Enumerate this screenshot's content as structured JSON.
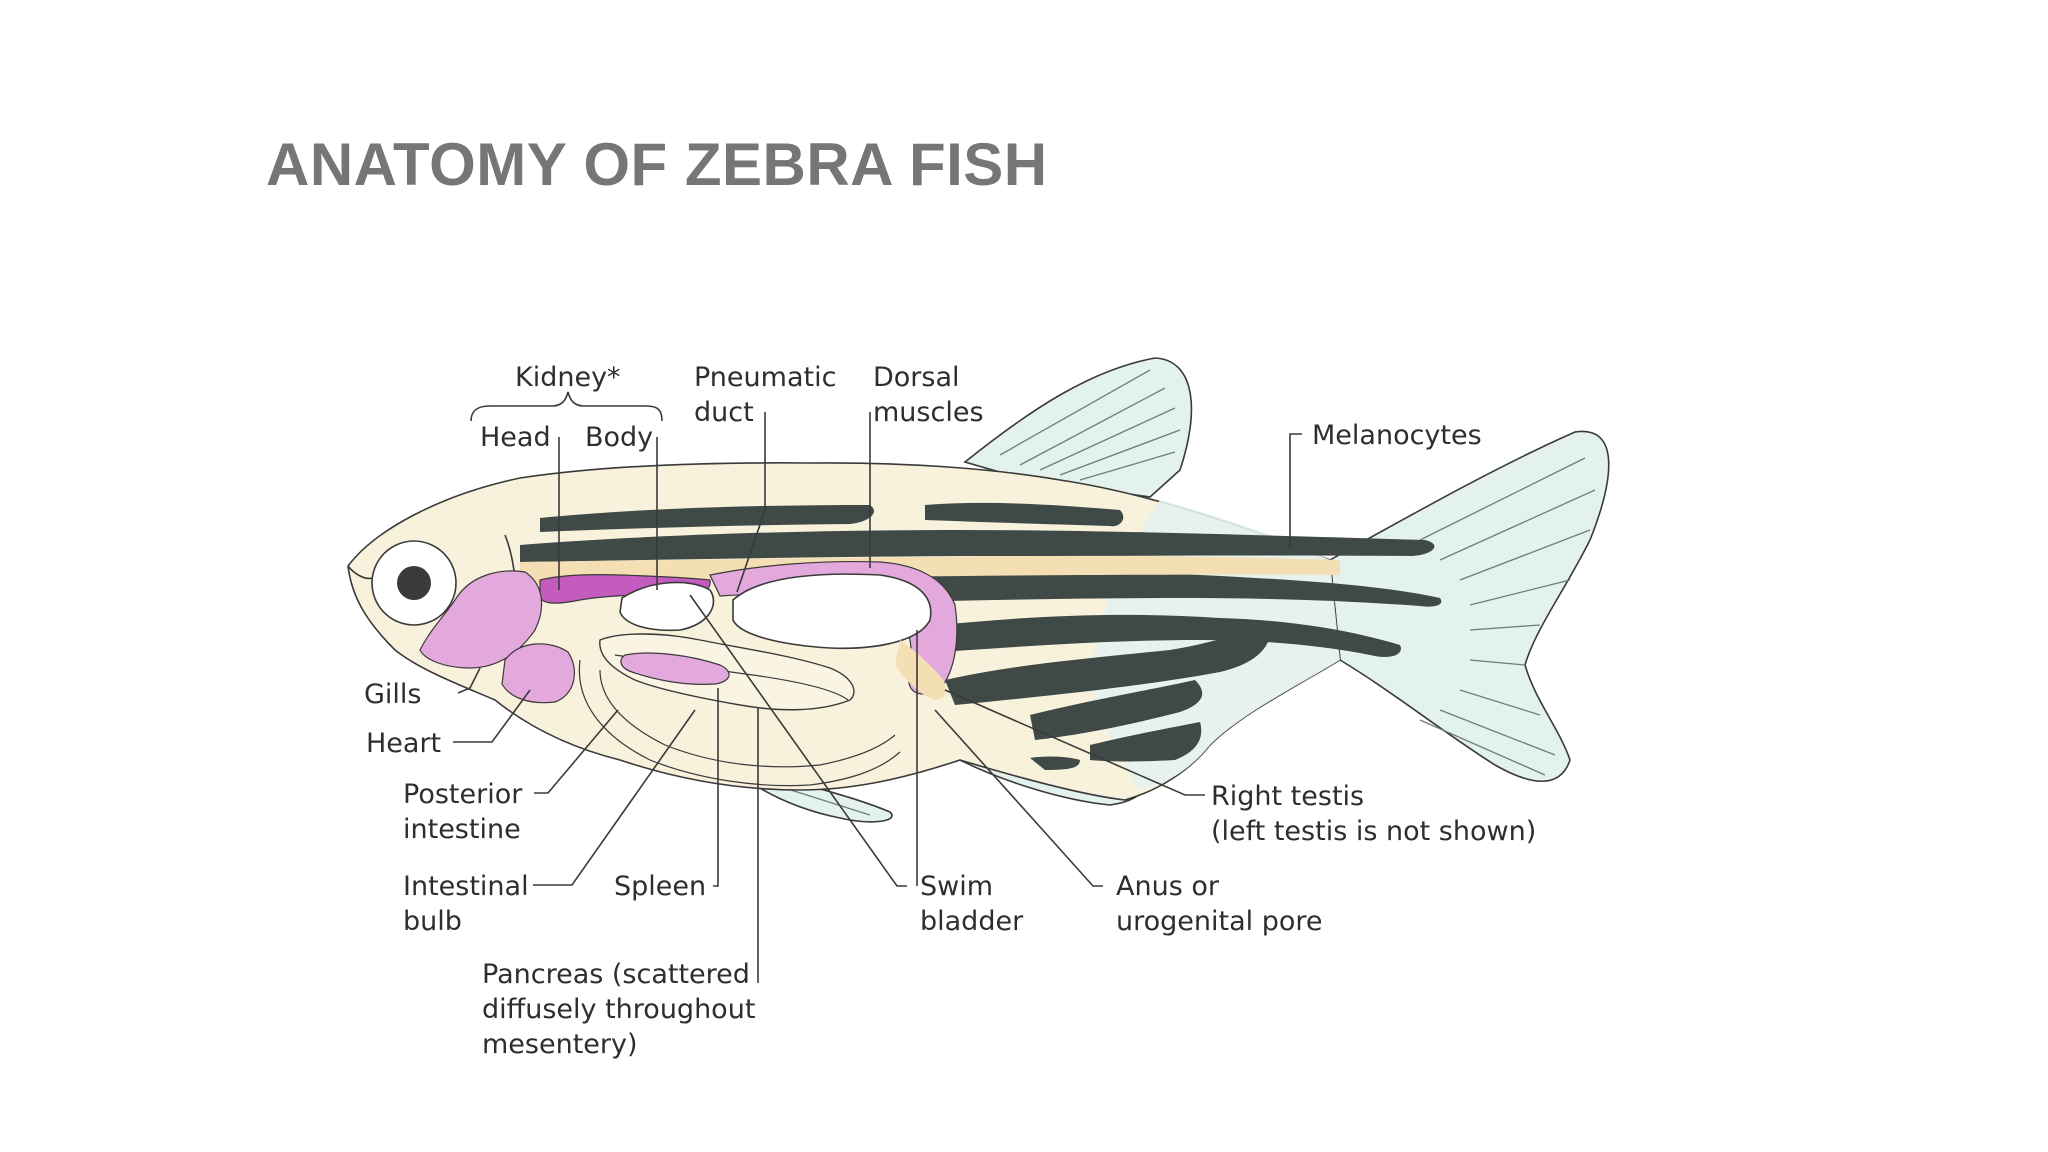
{
  "slide": {
    "title": "ANATOMY OF ZEBRA FISH"
  },
  "labels": {
    "kidney": "Kidney*",
    "kidney_head": "Head",
    "kidney_body": "Body",
    "pneumatic_duct_1": "Pneumatic",
    "pneumatic_duct_2": "duct",
    "dorsal_muscles_1": "Dorsal",
    "dorsal_muscles_2": "muscles",
    "melanocytes": "Melanocytes",
    "gills": "Gills",
    "heart": "Heart",
    "posterior_intestine_1": "Posterior",
    "posterior_intestine_2": "intestine",
    "intestinal_bulb_1": "Intestinal",
    "intestinal_bulb_2": "bulb",
    "spleen": "Spleen",
    "pancreas_1": "Pancreas (scattered",
    "pancreas_2": "diffusely throughout",
    "pancreas_3": "mesentery)",
    "swim_bladder_1": "Swim",
    "swim_bladder_2": "bladder",
    "anus_1": "Anus or",
    "anus_2": "urogenital pore",
    "right_testis_1": "Right testis",
    "right_testis_2": "(left testis is not shown)"
  },
  "colors": {
    "body_fill": "#f8f1dc",
    "fin_fill": "#e4f2ee",
    "organ_pink": "#e3a9dc",
    "organ_magenta": "#c45cc0",
    "melanocyte_stripe": "#3f4a47",
    "title_gray": "#767676"
  }
}
